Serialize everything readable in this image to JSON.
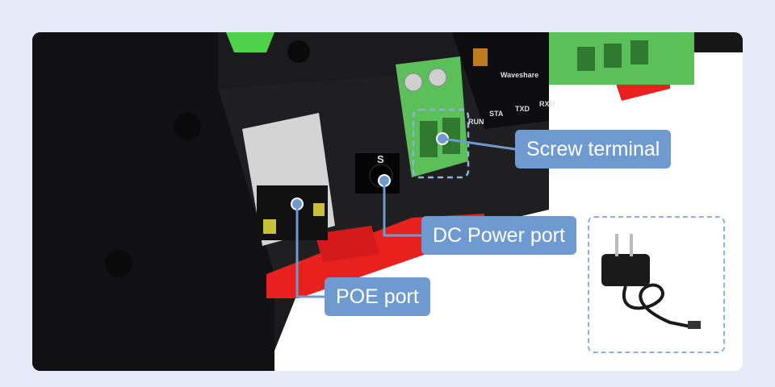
{
  "callouts": {
    "screw_terminal": "Screw terminal",
    "dc_power_port": "DC Power port",
    "poe_port": "POE port"
  },
  "board_markings": {
    "brand": "Waveshare",
    "leds": [
      "RUN",
      "STA",
      "TXD",
      "RXD"
    ],
    "dc_marking": "S"
  },
  "colors": {
    "callout": "#6f9ad0",
    "background": "#e3ecf8",
    "terminal_green": "#5cc05a",
    "rail_red": "#e8201e"
  }
}
